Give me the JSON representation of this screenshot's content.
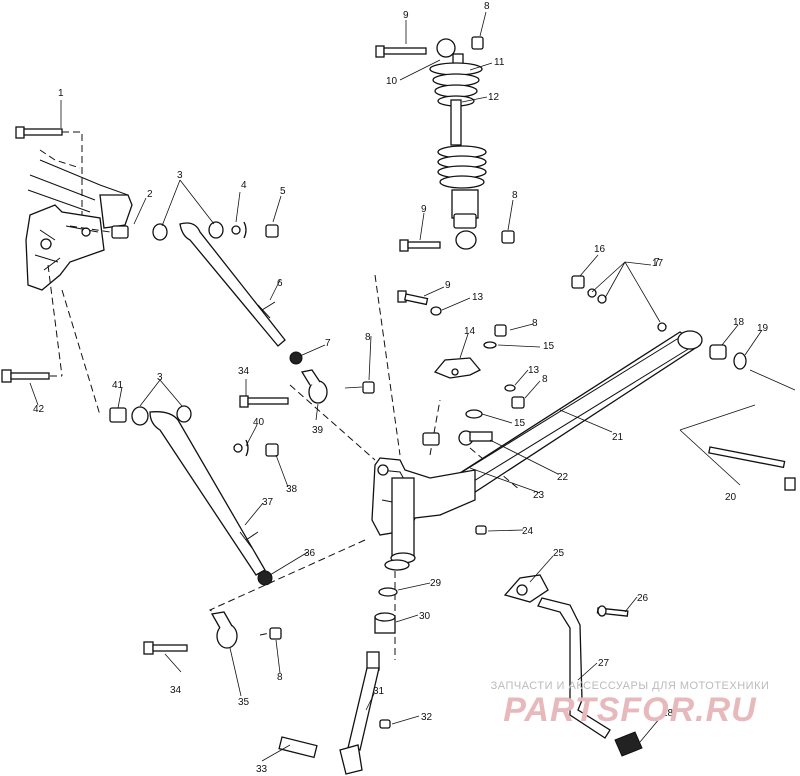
{
  "callouts": [
    "1",
    "2",
    "3",
    "4",
    "5",
    "6",
    "7",
    "8",
    "9",
    "10",
    "11",
    "12",
    "13",
    "14",
    "15",
    "16",
    "17",
    "18",
    "19",
    "20",
    "21",
    "22",
    "23",
    "24",
    "25",
    "26",
    "27",
    "28",
    "29",
    "30",
    "31",
    "32",
    "33",
    "34",
    "35",
    "36",
    "37",
    "38",
    "39",
    "40",
    "41",
    "42"
  ],
  "watermark": {
    "tagline": "ЗАПЧАСТИ И АКСЕССУАРЫ ДЛЯ МОТОТЕХНИКИ",
    "logo": "PARTSFOR.RU"
  }
}
